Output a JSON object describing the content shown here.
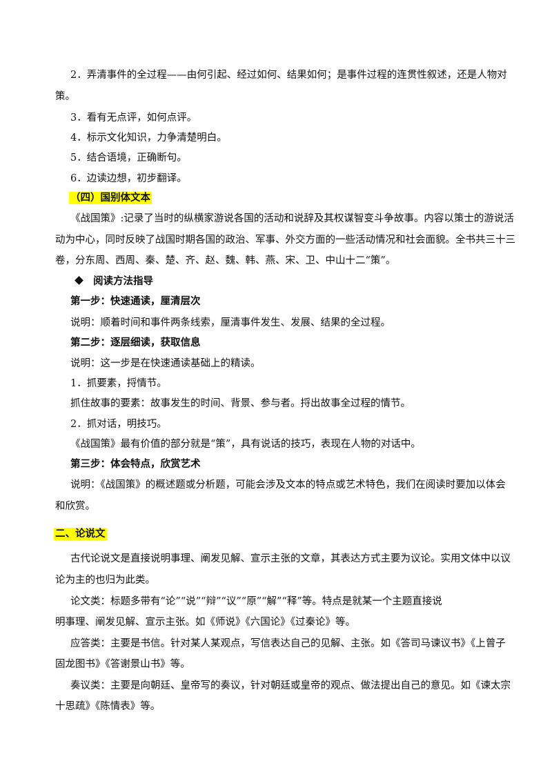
{
  "lines": {
    "l1": "2．弄清事件的全过程——由何引起、经过如何、结果如何；是事件过程的连贯性叙述，还是人物对",
    "l2": "策。",
    "l3": "3．看有无点评，如何点评。",
    "l4": "4．标示文化知识，力争清楚明白。",
    "l5": "5．结合语境，正确断句。",
    "l6": "6．边读边想，初步翻译。",
    "h_guobie": "（四）国别体文本",
    "p_zgc1": "《战国策》:记录了当时的纵横家游说各国的活动和说辞及其权谋智变斗争故事。内容以策士的游说活",
    "p_zgc2": "动为中心，同时反映了战国时期各国的政治、军事、外交方面的一些活动情况和社会面貌。全书共三十三",
    "p_zgc3": "卷，分东周、西周、秦、楚、齐、赵、魏、韩、燕、宋、卫、中山十二“策”。",
    "h_method": "阅读方法指导",
    "step1": "第一步：快速通读，厘清层次",
    "step1_desc": "说明：顺着时间和事件两条线索，厘清事件发生、发展、结果的全过程。",
    "step2": "第二步：逐层细读，获取信息",
    "step2_desc": "说明：这一步是在快速通读基础上的精读。",
    "s2_1": "1．抓要素，捋情节。",
    "s2_1_desc": "抓住故事的要素：故事发生的时间、背景、参与者。捋出故事全过程的情节。",
    "s2_2": "2．抓对话，明技巧。",
    "s2_2_desc": "《战国策》最有价值的部分就是“策”，具有说话的技巧，表现在人物的对话中。",
    "step3": "第三步：体会特点，欣赏艺术",
    "step3_desc1": "说明：《战国策》的概述题或分析题，可能会涉及文本的特点或艺术特色，我们在阅读时要加以体会",
    "step3_desc2": "和欣赏。",
    "h_lunshuo": "二、论说文",
    "p_ls1": "古代论说文是直接说明事理、阐发见解、宣示主张的文章，其表达方式主要为议论。实用文体中以议",
    "p_ls2": "论为主的也归为此类。",
    "p_lw1": "论文类：标题多带有“论”“说”“辩”“议”“原”“解”“释”等。特点是就某一个主题直接说",
    "p_lw2": "明事理、阐发见解、宣示主张。如《师说》《六国论》《过秦论》等。",
    "p_yd1": "应答类：主要是书信。针对某人某观点，写信表达自己的见解、主张。如《答司马谏议书》《上曾子",
    "p_yd2": "固龙图书》《答谢景山书》等。",
    "p_zy1": "奏议类：主要是向朝廷、皇帝写的奏议，针对朝廷或皇帝的观点、做法提出自己的意见。如《谏太宗",
    "p_zy2": "十思疏》《陈情表》等。"
  }
}
